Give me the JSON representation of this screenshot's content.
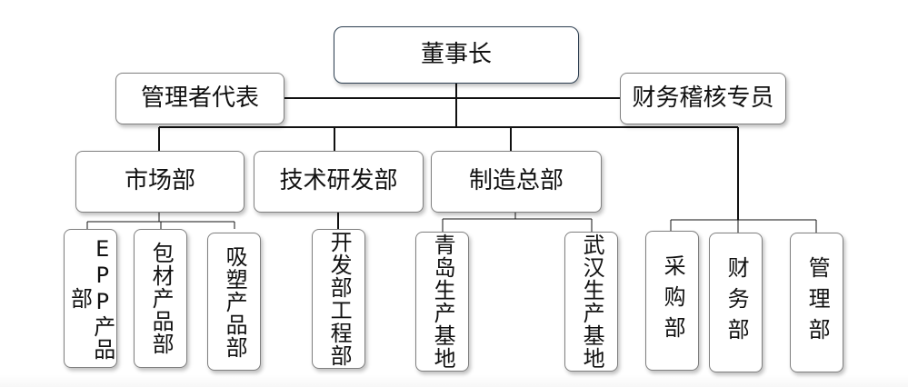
{
  "nodes": {
    "chairman": "董事长",
    "mgmt_rep": "管理者代表",
    "finance_auditor": "财务稽核专员",
    "marketing": "市场部",
    "rnd": "技术研发部",
    "manufacturing": "制造总部",
    "epp": "EPP产品部",
    "packaging": "包材产品部",
    "blow_molding": "吸塑产品部",
    "dev_eng": "开发部工程部",
    "qingdao": "青岛生产基地",
    "wuhan": "武汉生产基地",
    "purchasing": "采购部",
    "finance": "财务部",
    "management": "管理部"
  }
}
